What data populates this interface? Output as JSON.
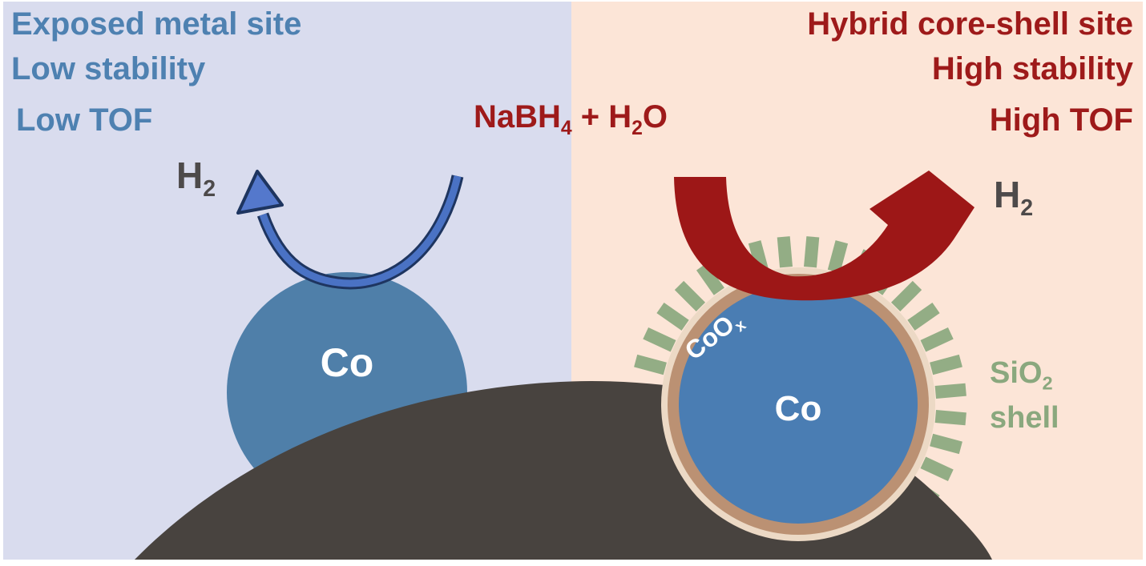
{
  "panels": {
    "left": {
      "bg_color": "#d9dcee",
      "heading_color": "#4e81b1",
      "lines": [
        "Exposed metal site",
        "Low stability",
        "Low TOF"
      ],
      "h2_label": {
        "base": "H",
        "sub": "2"
      },
      "particle_label": "Co"
    },
    "right": {
      "bg_color": "#fce5d7",
      "heading_color": "#9e1a1a",
      "lines": [
        "Hybrid core-shell site",
        "High stability",
        "High TOF"
      ],
      "h2_label": {
        "base": "H",
        "sub": "2"
      },
      "particle_label": "Co",
      "coox_label": {
        "base": "CoO",
        "sub": "x"
      },
      "sio2_label": {
        "line1_base": "SiO",
        "line1_sub": "2",
        "line2": "shell"
      }
    }
  },
  "reaction": {
    "p1": "NaBH",
    "s1": "4",
    "p2": " + H",
    "s2": "2",
    "p3": "O"
  },
  "colors": {
    "left_bg": "#d9dcee",
    "right_bg": "#fce5d7",
    "support_gray": "#48433f",
    "co_core_blue_left": "#4f7fa9",
    "co_core_blue_right": "#4a7db3",
    "coox_ring_tan": "#bb9173",
    "ring_halo_cream": "#ecd9c5",
    "sio2_green": "#93ad85",
    "sio2_text_green": "#8aa87e",
    "arrow_blue_fill": "#4a72c4",
    "arrow_blue_head": "#5478cc",
    "arrow_blue_outline": "#1e3560",
    "arrow_red": "#9d1717",
    "h2_text_gray": "#4d4a4a",
    "heading_blue": "#4e81b1",
    "heading_red": "#9e1a1a",
    "co_label_white": "#ffffff"
  }
}
